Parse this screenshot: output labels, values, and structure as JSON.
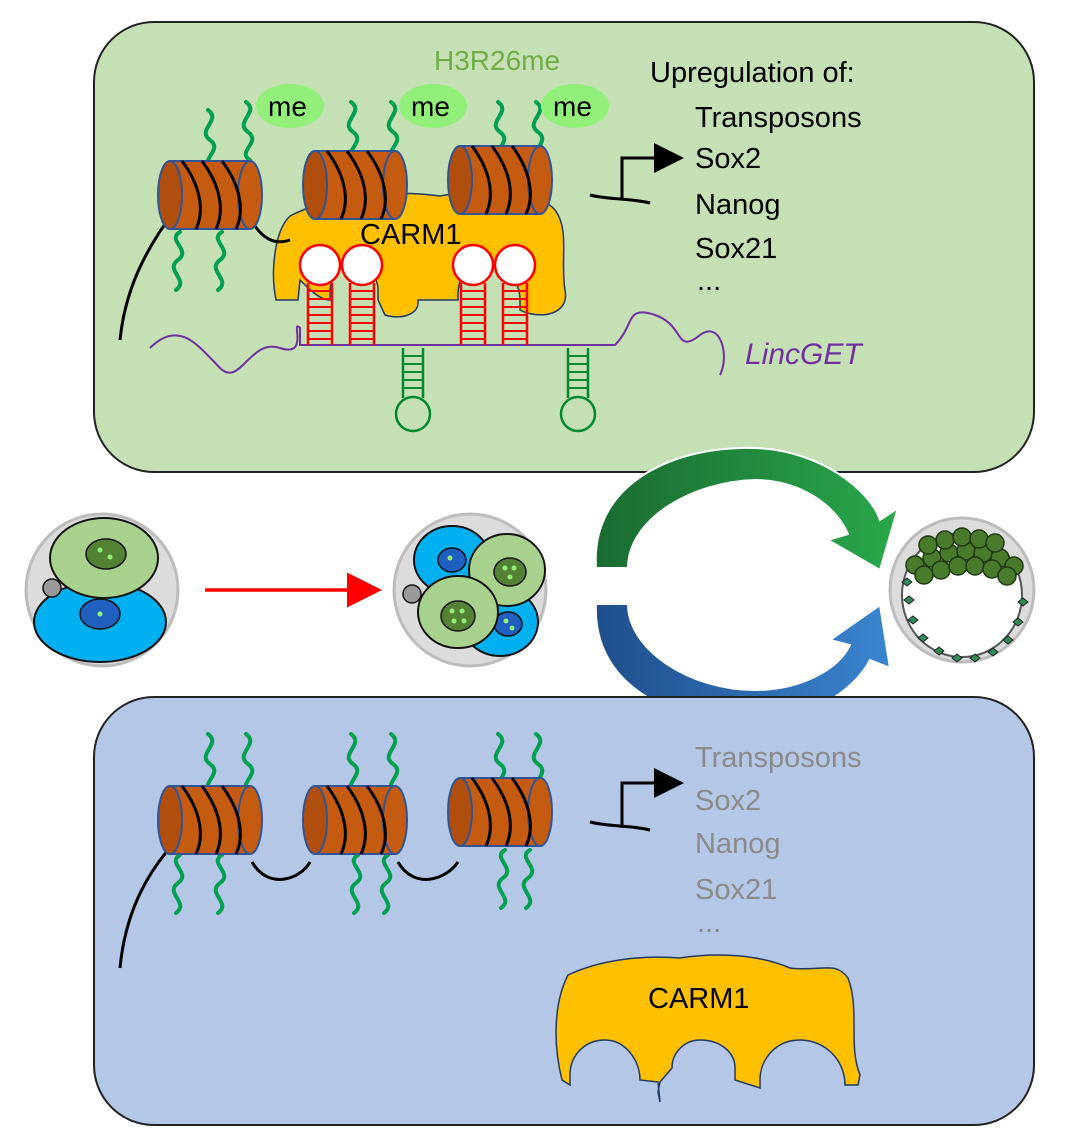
{
  "colors": {
    "top_panel": "#c5e0b4",
    "bottom_panel": "#b4c7e7",
    "histone": "#c55a11",
    "histone_edge": "#2f5597",
    "tail": "#00a050",
    "me_bubble": "#92f07a",
    "carm1": "#ffc000",
    "rna": "#7030a0",
    "stem_red": "#ff0000",
    "stem_green": "#00882e",
    "arrow_red": "#ff0000",
    "arrow_green": "#1e8c3a",
    "arrow_blue": "#2e6db0",
    "upregulated_text": "#000000",
    "silenced_text": "#8a8a8a",
    "h3r26me_text": "#70ad47",
    "lincget_text": "#7030a0"
  },
  "top_panel": {
    "mark_label": "H3R26me",
    "me_labels": [
      "me",
      "me",
      "me"
    ],
    "carm1_label": "CARM1",
    "lncrna_label": "LincGET",
    "genes_header": "Upregulation of:",
    "genes": [
      "Transposons",
      "Sox2",
      "Nanog",
      "Sox21",
      "..."
    ]
  },
  "bottom_panel": {
    "genes": [
      "Transposons",
      "Sox2",
      "Nanog",
      "Sox21",
      "..."
    ],
    "carm1_label": "CARM1"
  },
  "icons": {
    "two_cell_embryo": "two-cell-embryo-icon",
    "four_cell_embryo": "four-cell-embryo-icon",
    "blastocyst": "blastocyst-icon",
    "progression_arrow": "arrow-right-icon",
    "fate_arrows": "cycle-arrows-icon"
  }
}
